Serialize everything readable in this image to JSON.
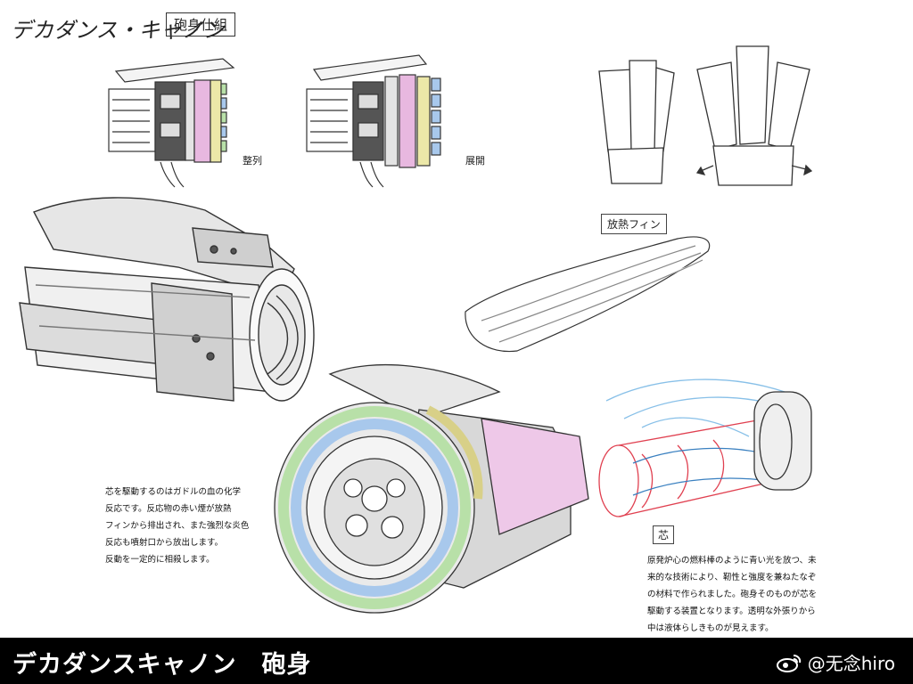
{
  "header": {
    "title": "デカダンス・キャノン",
    "tag": "砲身仕組"
  },
  "labels": {
    "closed": "整列",
    "opened": "展開",
    "fins": "放熱フィン",
    "core": "芯"
  },
  "notes": {
    "left": "芯を駆動するのはガドルの血の化学\n反応です。反応物の赤い煙が放熱\nフィンから排出され、また強烈な炎色\n反応も噴射口から放出します。\n反動を一定的に相殺します。",
    "right": "原発炉心の燃料棒のように青い光を放つ、未\n来的な技術により、靭性と強度を兼ねたなぞ\nの材料で作られました。砲身そのものが芯を\n駆動する装置となります。透明な外張りから\n中は液体らしきものが見えます。"
  },
  "footer": {
    "title": "デカダンスキャノン　砲身",
    "watermark": "@无念hiro"
  },
  "colors": {
    "footer_bg": "#000000",
    "pink": "#e8b8e0",
    "yellow": "#ece8a8",
    "blue": "#a8c8ec",
    "green": "#b8e0a8",
    "red_sketch": "#e04050",
    "blue_sketch": "#88c0e8"
  }
}
